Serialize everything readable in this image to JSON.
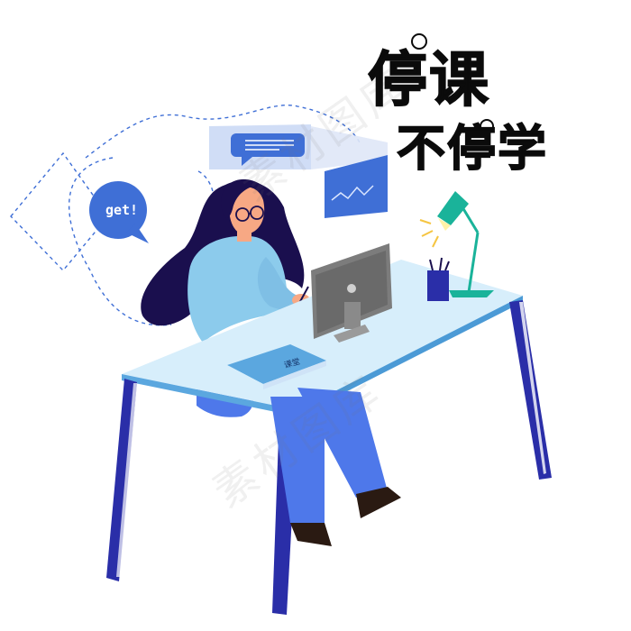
{
  "title": {
    "line1": "停课",
    "line2": "不停学"
  },
  "bubble": {
    "text": "get!"
  },
  "book": {
    "label": "课堂"
  },
  "watermark": {
    "text": "素材图库"
  },
  "colors": {
    "desk_top": "#d7eefb",
    "desk_edge": "#5ba7df",
    "desk_legs": "#2a2ea8",
    "shirt": "#8ccbec",
    "pants": "#4e78ea",
    "hair": "#1a0f4e",
    "skin": "#f7a884",
    "lamp": "#1ab39a",
    "monitor": "#7c7c7c",
    "bubble": "#3f6fd6",
    "panel": "#c8d7f4",
    "title_text": "#0b0b0b"
  }
}
